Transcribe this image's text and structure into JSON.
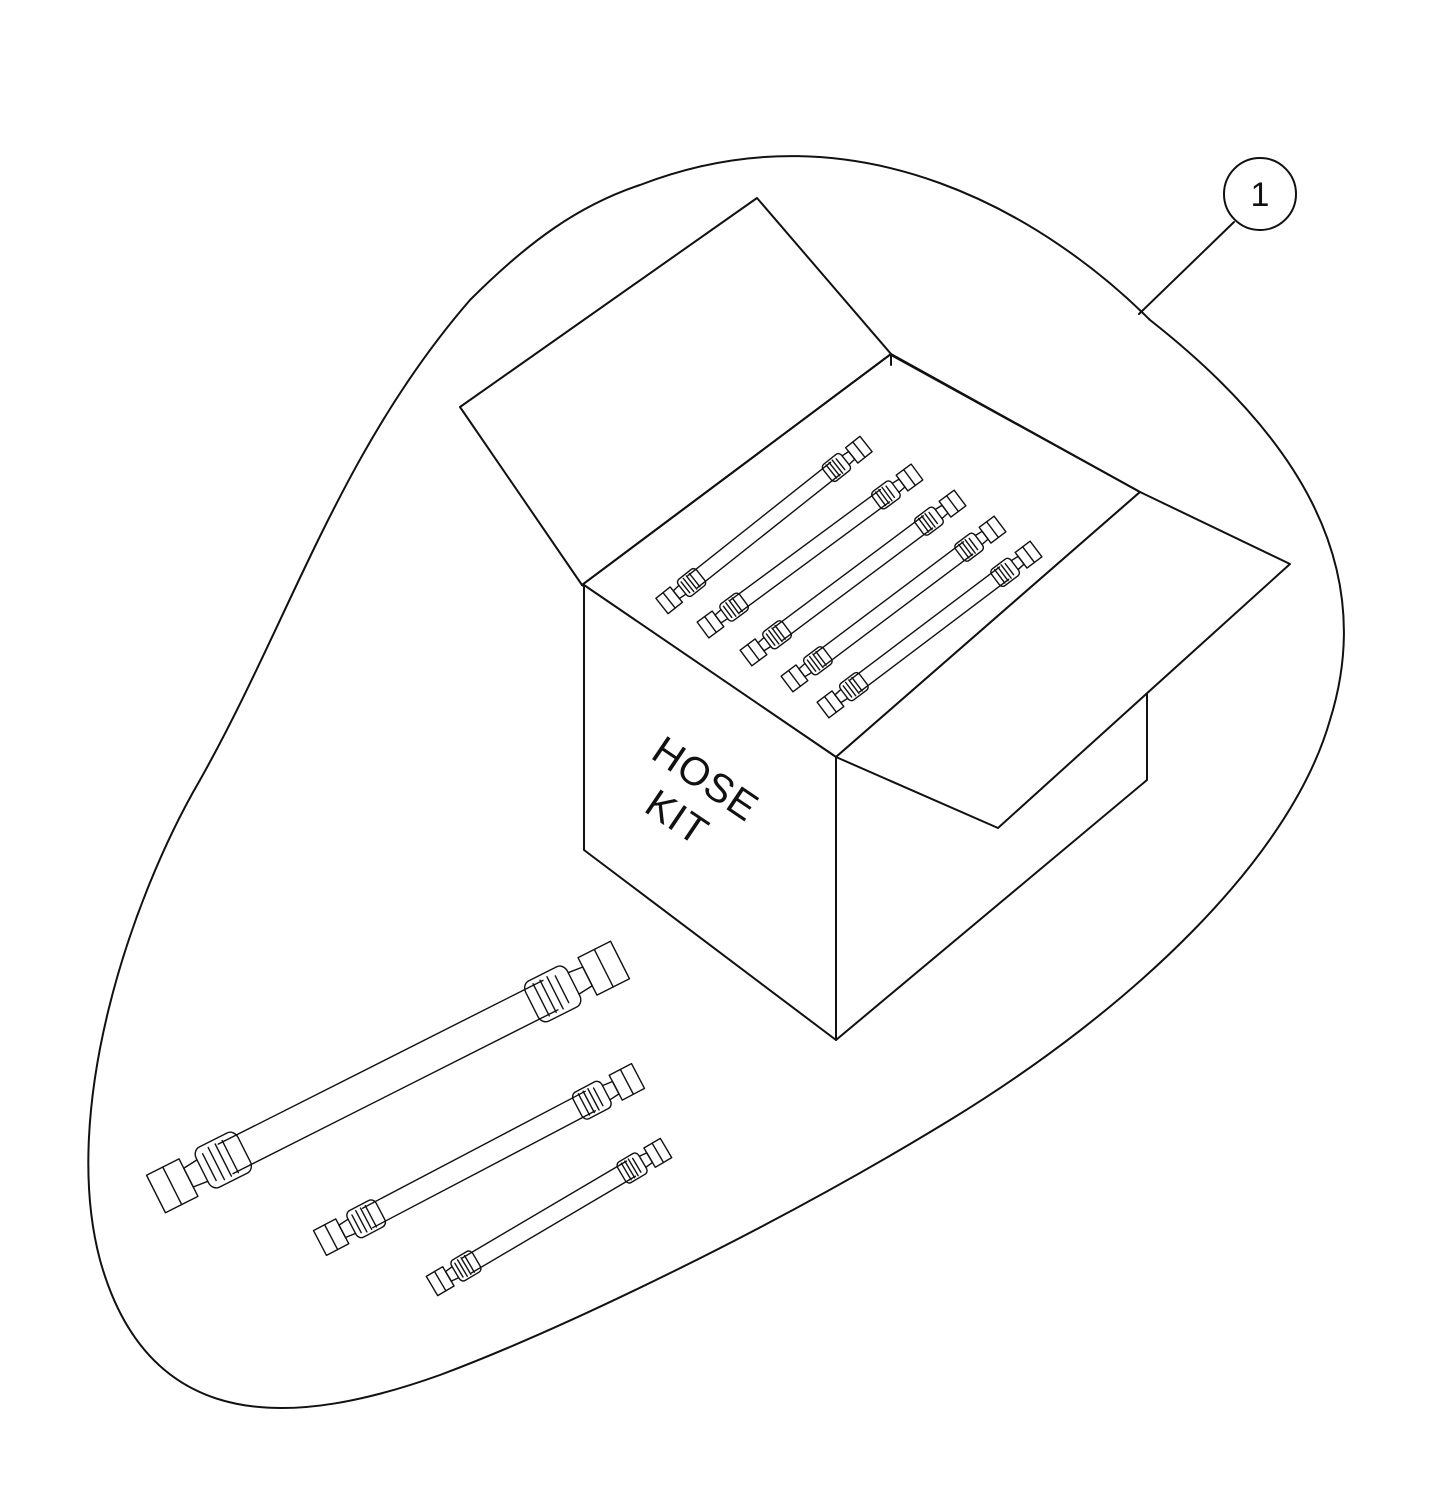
{
  "callout": {
    "number": "1"
  },
  "box": {
    "label_line1": "HOSE",
    "label_line2": "KIT"
  },
  "colors": {
    "ink": "#111111",
    "paper": "#ffffff"
  },
  "icons": {
    "hose": "hose-assembly-icon"
  }
}
